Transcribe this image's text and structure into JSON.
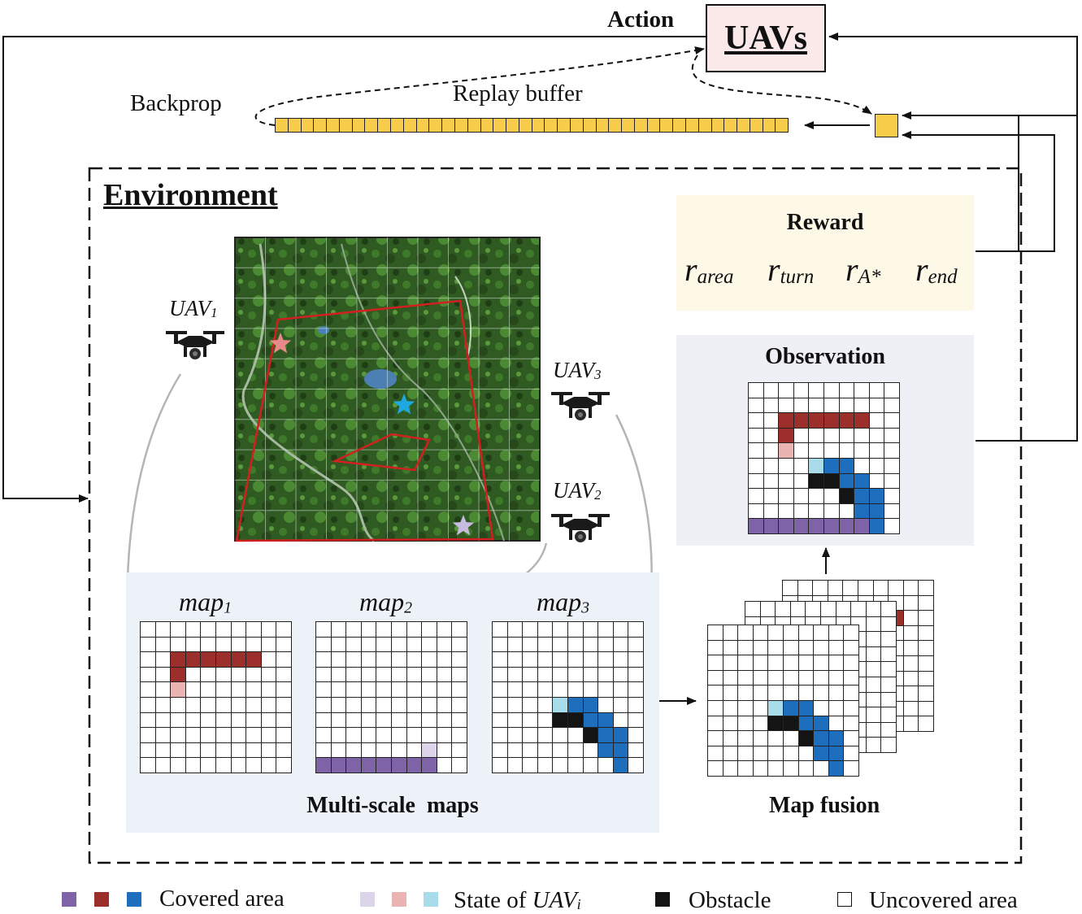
{
  "colors": {
    "covered_purple": "#7e63a8",
    "covered_red": "#9c2f2c",
    "covered_blue": "#1d6fbe",
    "state_purple": "#dcd4e8",
    "state_red": "#e9b4b2",
    "state_blue": "#a8dcea",
    "obstacle": "#141414",
    "uncovered": "#ffffff",
    "replay_buffer": "#f6cc4a",
    "uavs_box": "#fbe9ea",
    "reward_panel": "#fdf9e6",
    "observation_panel": "#efeff6",
    "maps_panel": "#edf2f9"
  },
  "top": {
    "action_label": "Action",
    "uavs_label": "UAVs",
    "backprop_label": "Backprop",
    "replay_buffer_label": "Replay buffer"
  },
  "environment": {
    "title": "Environment",
    "uavs": [
      {
        "name": "UAV",
        "sub": "1"
      },
      {
        "name": "UAV",
        "sub": "3"
      },
      {
        "name": "UAV",
        "sub": "2"
      }
    ],
    "maps": [
      {
        "name": "map",
        "sub": "1"
      },
      {
        "name": "map",
        "sub": "2"
      },
      {
        "name": "map",
        "sub": "3"
      }
    ],
    "multi_scale_label": "Multi-scale  maps",
    "map_fusion_label": "Map fusion",
    "reward": {
      "title": "Reward",
      "terms": [
        {
          "r": "r",
          "sub": "area"
        },
        {
          "r": "r",
          "sub": "turn"
        },
        {
          "r": "r",
          "sub": "A*"
        },
        {
          "r": "r",
          "sub": "end"
        }
      ]
    },
    "observation_title": "Observation"
  },
  "legend": {
    "covered": "Covered area",
    "state_prefix": "State of ",
    "state_uav": "UAV",
    "state_sub": "i",
    "obstacle": "Obstacle",
    "uncovered": "Uncovered area"
  }
}
